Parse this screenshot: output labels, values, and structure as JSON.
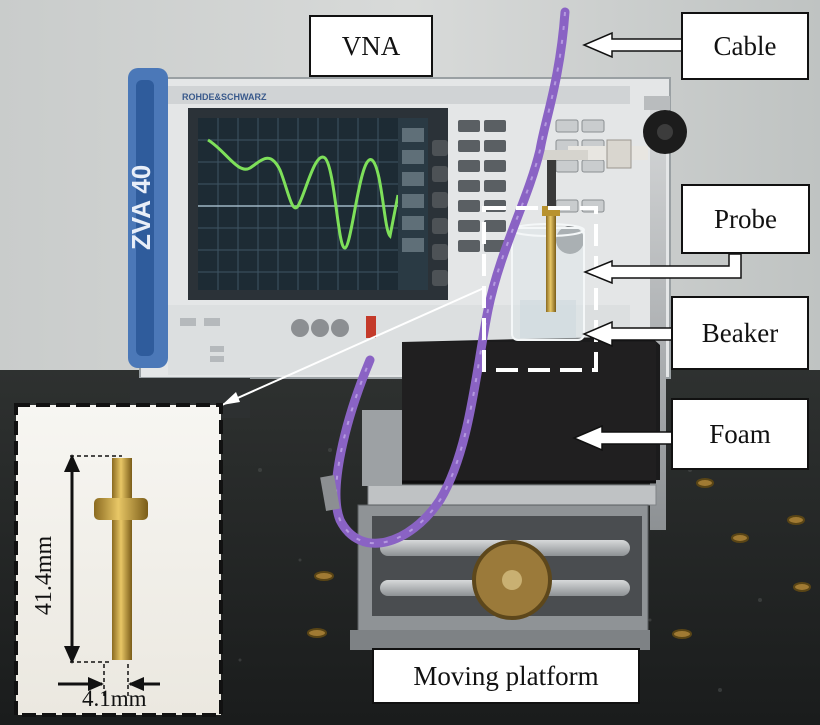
{
  "labels": {
    "vna": "VNA",
    "cable": "Cable",
    "probe": "Probe",
    "beaker": "Beaker",
    "foam": "Foam",
    "platform": "Moving platform"
  },
  "inset": {
    "length": "41.4mm",
    "diameter": "4.1mm"
  },
  "instrument": {
    "brand": "ROHDE&SCHWARZ",
    "model": "ZVA 40",
    "model_side": "ZVA 40"
  },
  "colors": {
    "cable": "#8a63c4",
    "trace": "#7ee05a",
    "screen": "#1c2a33",
    "foam": "#1b1b1c",
    "vna_frame": "#3f6fb3"
  }
}
